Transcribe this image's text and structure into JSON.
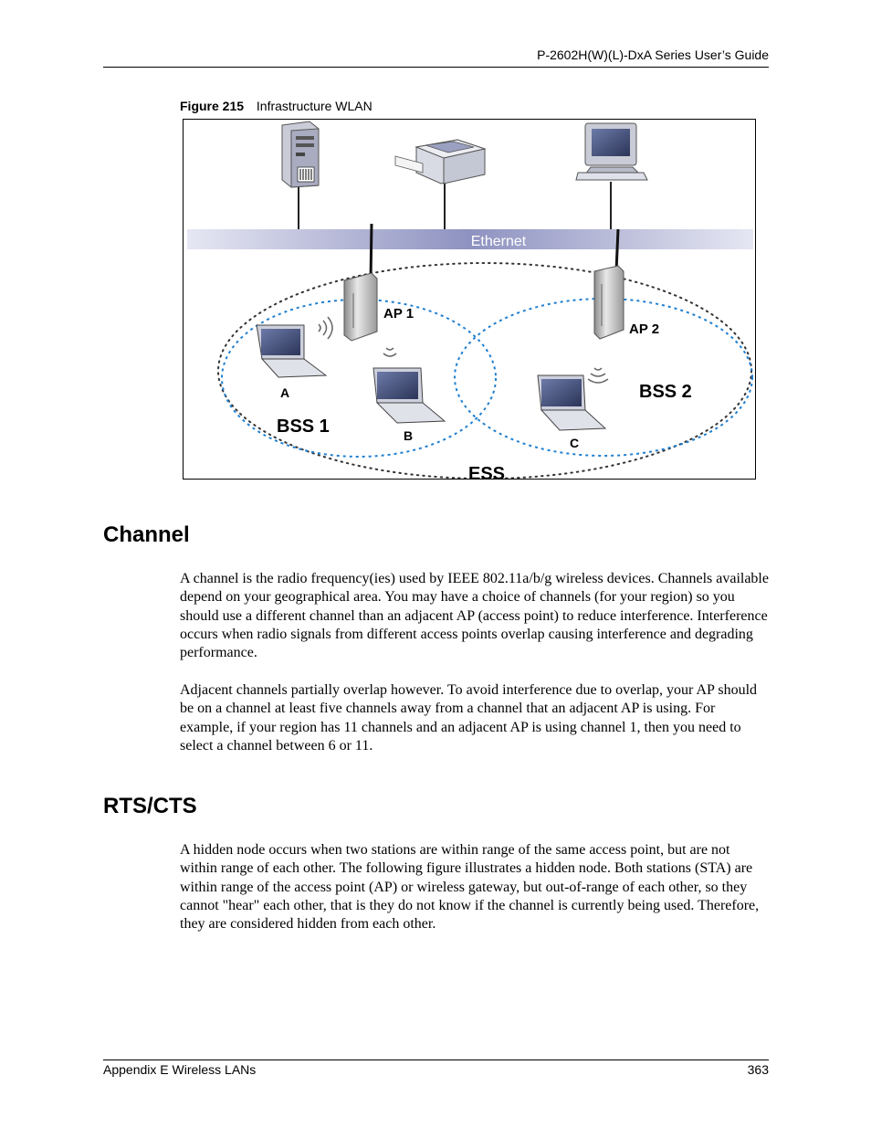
{
  "header": {
    "title": "P-2602H(W)(L)-DxA Series User’s Guide"
  },
  "figure": {
    "number": "Figure 215",
    "caption": "Infrastructure WLAN",
    "labels": {
      "ethernet": "Ethernet",
      "ap1": "AP 1",
      "ap2": "AP 2",
      "bss1": "BSS 1",
      "bss2": "BSS 2",
      "ess": "ESS",
      "station_a": "A",
      "station_b": "B",
      "station_c": "C"
    },
    "colors": {
      "ethernet_bar": "#9a9ec9",
      "bss_border": "#1f7fd0",
      "ess_border": "#333333"
    }
  },
  "sections": [
    {
      "heading": "Channel",
      "paragraphs": [
        "A channel is the radio frequency(ies) used by IEEE 802.11a/b/g wireless devices. Channels available depend on your geographical area. You may have a choice of channels (for your region) so you should use a different channel than an adjacent AP (access point) to reduce interference. Interference occurs when radio signals from different access points overlap causing interference and degrading performance.",
        "Adjacent channels partially overlap however. To avoid interference due to overlap, your AP should be on a channel at least five channels away from a channel that an adjacent AP is using. For example, if your region has 11 channels and an adjacent AP is using channel 1, then you need to select a channel between 6 or 11."
      ]
    },
    {
      "heading": "RTS/CTS",
      "paragraphs": [
        "A hidden node occurs when two stations are within range of the same access point, but are not within range of each other. The following figure illustrates a hidden node. Both stations (STA) are within range of the access point (AP) or wireless gateway, but out-of-range of each other, so they cannot \"hear\" each other, that is they do not know if the channel is currently being used. Therefore, they are considered hidden from each other."
      ]
    }
  ],
  "footer": {
    "left": "Appendix E Wireless LANs",
    "page_number": "363"
  }
}
